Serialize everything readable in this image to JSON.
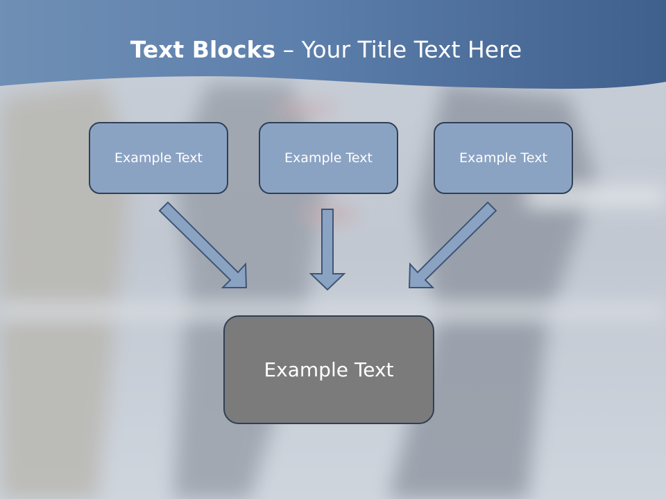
{
  "slide": {
    "title_bold": "Text Blocks",
    "title_sep": " – ",
    "title_rest": "Your Title Text Here",
    "boxes": [
      {
        "label": "Example Text"
      },
      {
        "label": "Example Text"
      },
      {
        "label": "Example Text"
      }
    ],
    "main_box": {
      "label": "Example Text"
    }
  },
  "colors": {
    "header_blue": "#4a6f9c",
    "box_fill": "#8ba3c3",
    "main_box_fill": "#7b7b7b",
    "border": "#2f3f55"
  }
}
